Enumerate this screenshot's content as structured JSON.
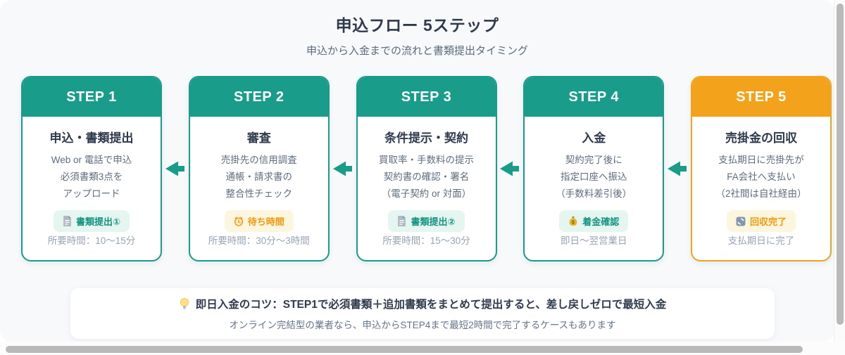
{
  "page": {
    "title": "申込フロー 5ステップ",
    "subtitle": "申込から入金までの流れと書類提出タイミング"
  },
  "steps": [
    {
      "step_label": "STEP 1",
      "title": "申込・書類提出",
      "lines": [
        "Web or 電話で申込",
        "必須書類3点を",
        "アップロード"
      ],
      "badge": {
        "icon": "document-icon",
        "label": "書類提出①"
      },
      "footer": "所要時間：10〜15分",
      "accent": "teal"
    },
    {
      "step_label": "STEP 2",
      "title": "審査",
      "lines": [
        "売掛先の信用調査",
        "通帳・請求書の",
        "整合性チェック"
      ],
      "badge": {
        "icon": "clock-icon",
        "label": "待ち時間"
      },
      "footer": "所要時間：30分〜3時間",
      "accent": "teal"
    },
    {
      "step_label": "STEP 3",
      "title": "条件提示・契約",
      "lines": [
        "買取率・手数料の提示",
        "契約書の確認・署名",
        "（電子契約 or 対面）"
      ],
      "badge": {
        "icon": "document-icon",
        "label": "書類提出②"
      },
      "footer": "所要時間：15〜30分",
      "accent": "teal"
    },
    {
      "step_label": "STEP 4",
      "title": "入金",
      "lines": [
        "契約完了後に",
        "指定口座へ振込",
        "（手数料差引後）"
      ],
      "badge": {
        "icon": "money-bag-icon",
        "label": "着金確認"
      },
      "footer": "即日〜翌営業日",
      "accent": "teal"
    },
    {
      "step_label": "STEP 5",
      "title": "売掛金の回収",
      "lines": [
        "支払期日に売掛先が",
        "FA会社へ支払い",
        "（2社間は自社経由）"
      ],
      "badge": {
        "icon": "refresh-icon",
        "label": "回収完了"
      },
      "footer": "支払期日に完了",
      "accent": "orange"
    }
  ],
  "tip": {
    "icon": "lightbulb-icon",
    "title": "即日入金のコツ：STEP1で必須書類＋追加書類をまとめて提出すると、差し戻しゼロで最短入金",
    "subtitle": "オンライン完結型の業者なら、申込からSTEP4まで最短2時間で完了するケースもあります"
  },
  "colors": {
    "teal": "#1a9c8a",
    "orange": "#f3a31b",
    "badge_teal_bg": "#e5f6f1",
    "badge_teal_text": "#149480",
    "badge_amber_bg": "#fdf6df",
    "badge_amber_text": "#f0990f",
    "panel_bg": "#f7f9fb",
    "heading_text": "#2f3b4d",
    "body_text": "#5d6d80",
    "muted_text": "#95a4b5"
  }
}
